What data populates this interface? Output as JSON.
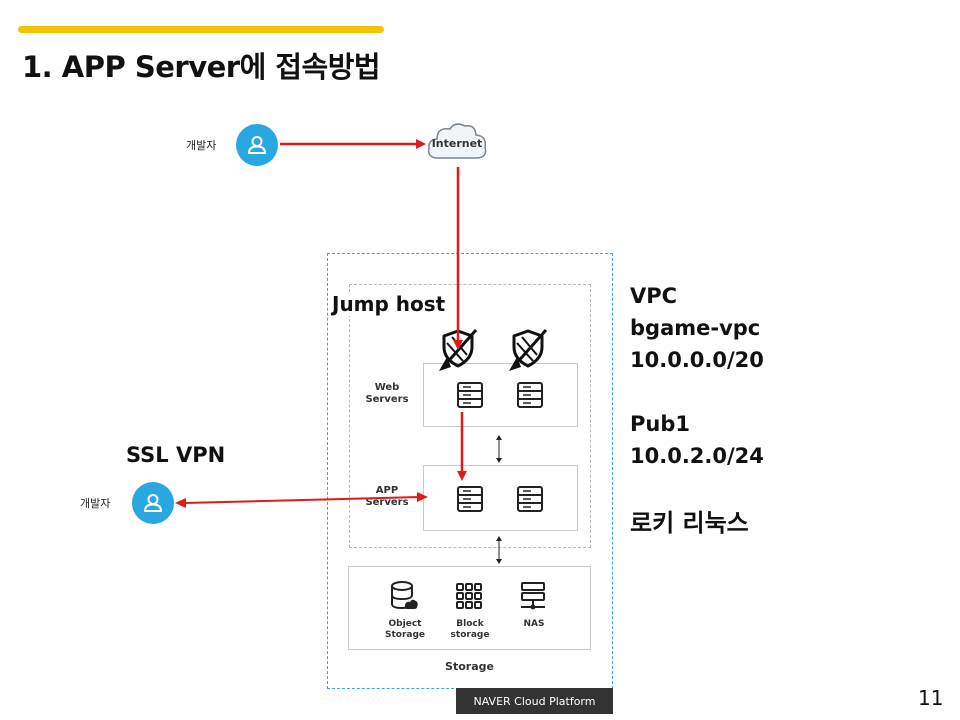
{
  "title": "1. APP Server에 접속방법",
  "colors": {
    "accent": "#f5c400",
    "connection": "#e0191b",
    "user_icon": "#29a7e1",
    "vpc_border": "#3aa8c8"
  },
  "developer_top": {
    "label": "개발자",
    "icon": "user-icon"
  },
  "developer_vpn": {
    "label": "개발자",
    "icon": "user-icon"
  },
  "internet": {
    "label": "Internet",
    "icon": "cloud-icon"
  },
  "jump_host": {
    "label": "Jump host"
  },
  "ssl_vpn": {
    "label": "SSL VPN"
  },
  "web_servers": {
    "label": "Web\nServers",
    "icon": "server-icon"
  },
  "app_servers": {
    "label": "APP\nServers",
    "icon": "server-icon"
  },
  "storage": {
    "label": "Storage",
    "items": [
      {
        "label": "Object\nStorage",
        "icon": "database-icon"
      },
      {
        "label": "Block\nstorage",
        "icon": "grid-icon"
      },
      {
        "label": "NAS",
        "icon": "nas-icon"
      }
    ]
  },
  "vpc_info": {
    "lines": [
      "VPC",
      "bgame-vpc",
      "10.0.0.0/20"
    ],
    "subnet_lines": [
      "Pub1",
      "10.0.2.0/24"
    ],
    "os": "로키 리눅스"
  },
  "footer": {
    "platform": "NAVER Cloud Platform",
    "page_number": "11"
  }
}
